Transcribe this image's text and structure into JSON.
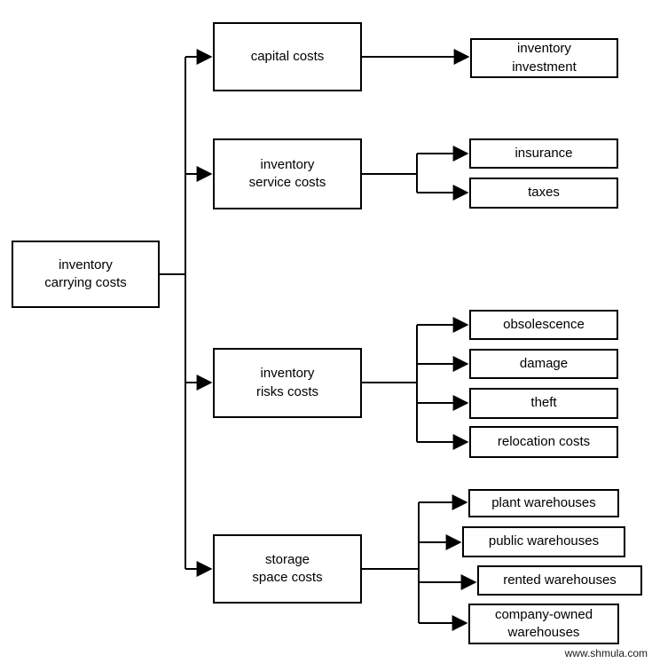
{
  "diagram": {
    "root": {
      "label": [
        "inventory",
        "carrying costs"
      ]
    },
    "branches": [
      {
        "label": [
          "capital costs"
        ],
        "children": [
          {
            "label": [
              "inventory",
              "investment"
            ]
          }
        ]
      },
      {
        "label": [
          "inventory",
          "service costs"
        ],
        "children": [
          {
            "label": [
              "insurance"
            ]
          },
          {
            "label": [
              "taxes"
            ]
          }
        ]
      },
      {
        "label": [
          "inventory",
          "risks costs"
        ],
        "children": [
          {
            "label": [
              "obsolescence"
            ]
          },
          {
            "label": [
              "damage"
            ]
          },
          {
            "label": [
              "theft"
            ]
          },
          {
            "label": [
              "relocation costs"
            ]
          }
        ]
      },
      {
        "label": [
          "storage",
          "space costs"
        ],
        "children": [
          {
            "label": [
              "plant warehouses"
            ]
          },
          {
            "label": [
              "public warehouses"
            ]
          },
          {
            "label": [
              "rented warehouses"
            ]
          },
          {
            "label": [
              "company-owned",
              "warehouses"
            ]
          }
        ]
      }
    ]
  },
  "watermark": "www.shmula.com",
  "colors": {
    "line": "#000000",
    "box_border": "#000000",
    "background": "#ffffff",
    "text": "#000000"
  }
}
